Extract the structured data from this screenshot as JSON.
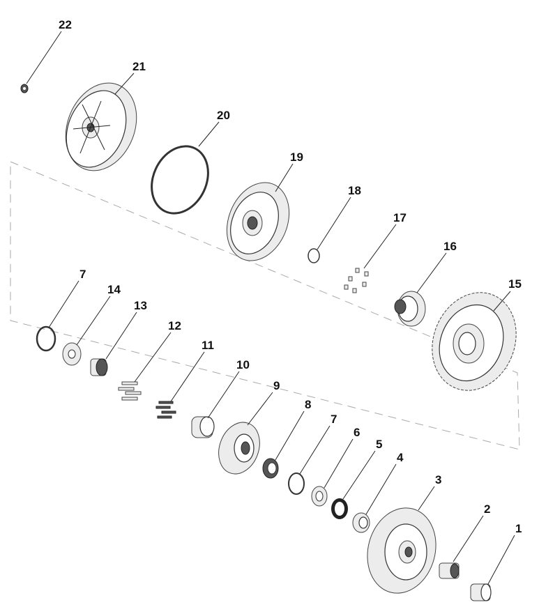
{
  "diagram": {
    "type": "exploded-parts-view",
    "callouts": [
      "1",
      "2",
      "3",
      "4",
      "5",
      "6",
      "7",
      "8",
      "9",
      "10",
      "11",
      "12",
      "13",
      "14",
      "15",
      "16",
      "17",
      "18",
      "19",
      "20",
      "21",
      "22",
      "7"
    ]
  }
}
